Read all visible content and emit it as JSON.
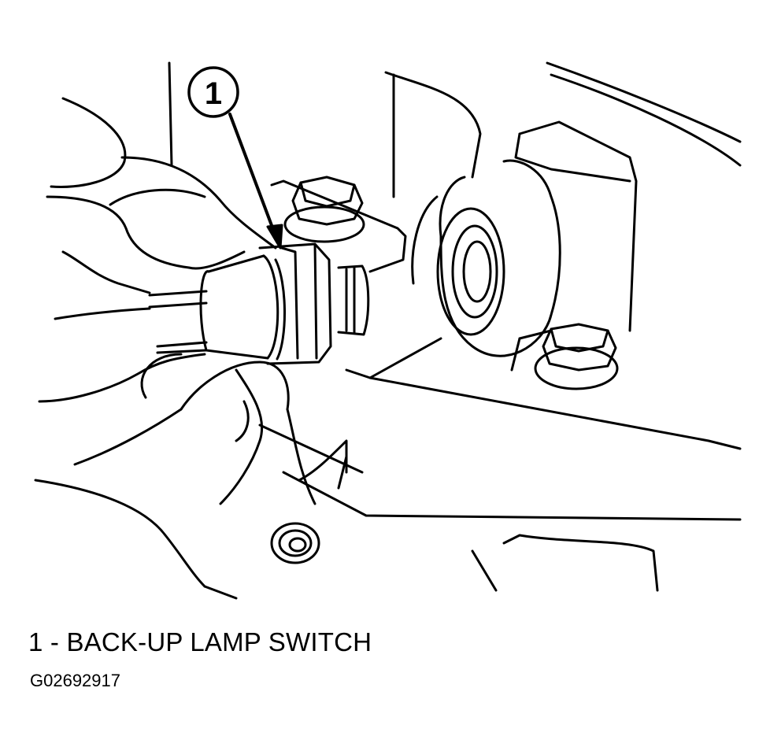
{
  "callout": {
    "number": "1"
  },
  "legend": {
    "items": [
      {
        "text": "1 - BACK-UP LAMP SWITCH"
      }
    ]
  },
  "figure": {
    "id": "G02692917"
  },
  "colors": {
    "ink": "#000000",
    "paper": "#ffffff"
  }
}
